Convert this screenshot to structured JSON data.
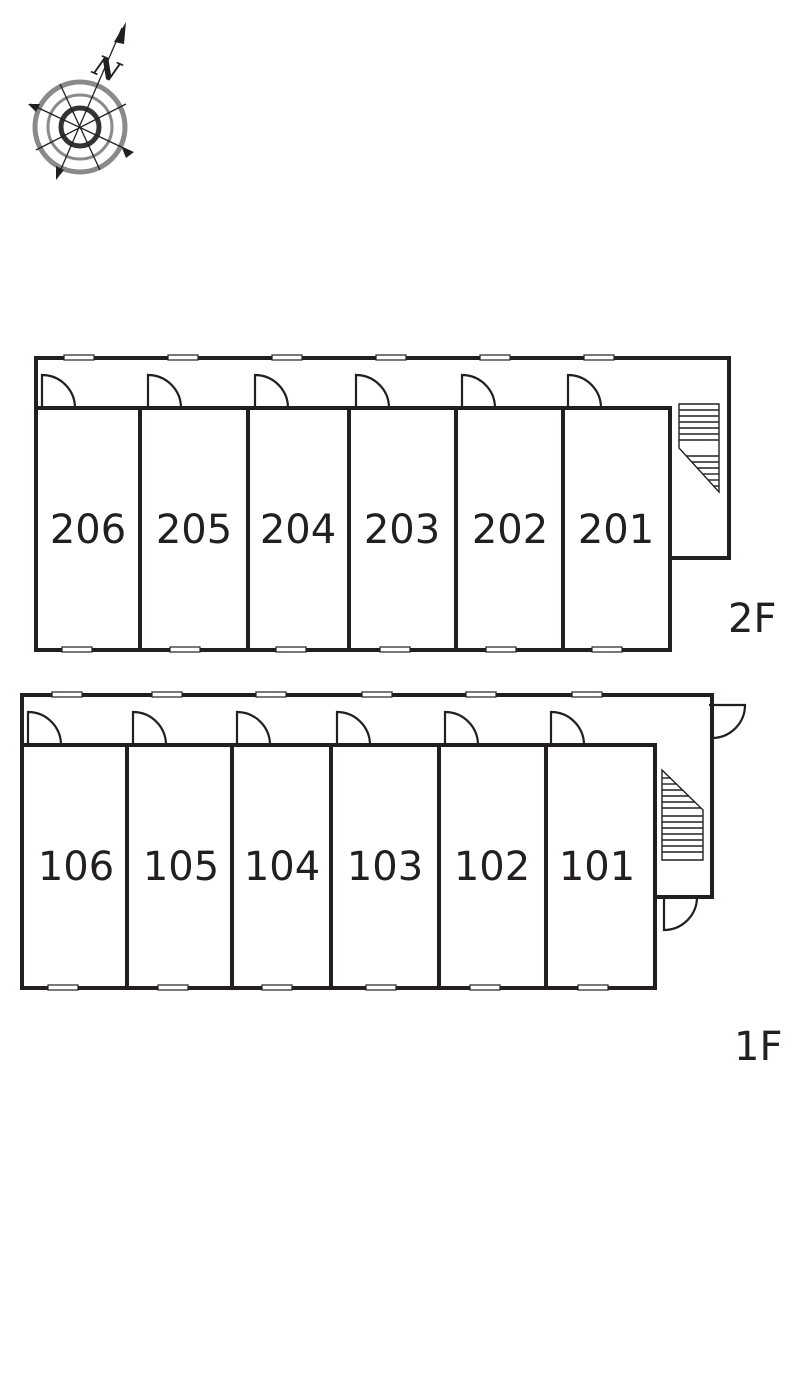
{
  "floors": [
    {
      "label": "2F",
      "rooms": [
        "206",
        "205",
        "204",
        "203",
        "202",
        "201"
      ]
    },
    {
      "label": "1F",
      "rooms": [
        "106",
        "105",
        "104",
        "103",
        "102",
        "101"
      ]
    }
  ],
  "compass": {
    "north_letter": "N",
    "icon": "compass-rose-icon"
  },
  "colors": {
    "line": "#231f20",
    "compass_gray": "#8a8a8a",
    "background": "#ffffff"
  }
}
